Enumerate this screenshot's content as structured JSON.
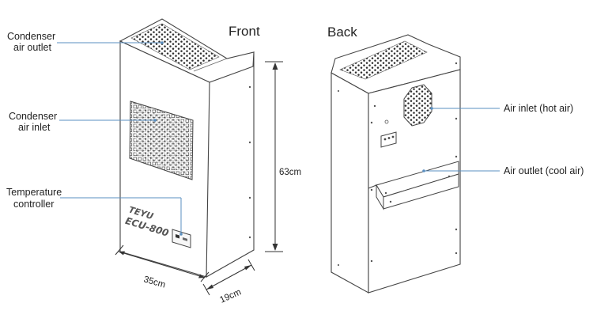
{
  "views": {
    "front": "Front",
    "back": "Back"
  },
  "front_callouts": {
    "condenser_outlet": [
      "Condenser",
      "air outlet"
    ],
    "condenser_inlet": [
      "Condenser",
      "air inlet"
    ],
    "temp_controller": [
      "Temperature",
      "controller"
    ]
  },
  "back_callouts": {
    "air_inlet": "Air inlet (hot air)",
    "air_outlet": "Air outlet (cool air)"
  },
  "dimensions": {
    "height": "63cm",
    "width": "35cm",
    "depth": "19cm"
  },
  "product": {
    "brand": "TEYU",
    "model": "ECU-800"
  },
  "colors": {
    "callout_line": "#5a8fc0",
    "outline": "#444444",
    "vent": "#333333"
  }
}
